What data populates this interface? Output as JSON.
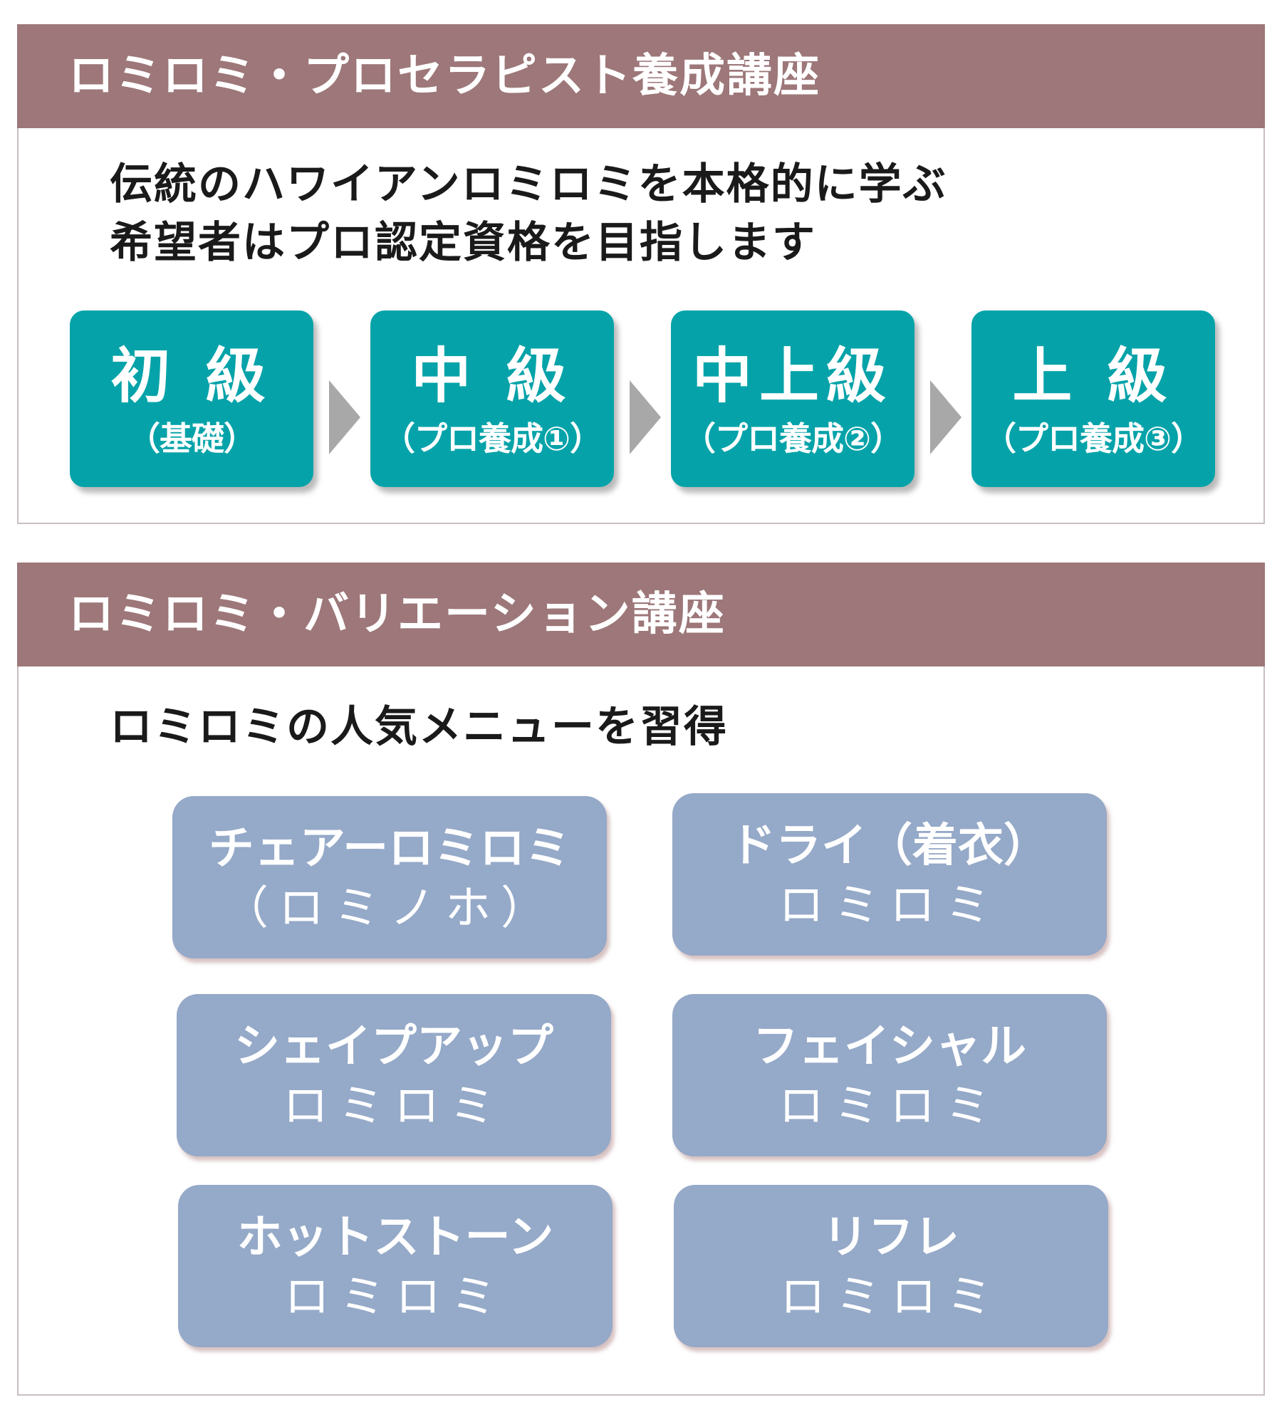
{
  "pro_course": {
    "header": "ロミロミ・プロセラピスト養成講座",
    "intro": [
      "伝統のハワイアンロミロミを本格的に学ぶ",
      "希望者はプロ認定資格を目指します"
    ],
    "levels": [
      {
        "name": "初 級",
        "sub": "（基礎）"
      },
      {
        "name": "中 級",
        "sub": "（プロ養成①）"
      },
      {
        "name": "中上級",
        "sub": "（プロ養成②）"
      },
      {
        "name": "上 級",
        "sub": "（プロ養成③）"
      }
    ]
  },
  "variation_course": {
    "header": "ロミロミ・バリエーション講座",
    "intro": "ロミロミの人気メニューを習得",
    "menus": [
      {
        "name": "チェアーロミロミ",
        "sub": "（ロミノホ）"
      },
      {
        "name": "ドライ（着衣）",
        "sub": "ロミロミ"
      },
      {
        "name": "シェイプアップ",
        "sub": "ロミロミ"
      },
      {
        "name": "フェイシャル",
        "sub": "ロミロミ"
      },
      {
        "name": "ホットストーン",
        "sub": "ロミロミ"
      },
      {
        "name": "リフレ",
        "sub": "ロミロミ"
      }
    ]
  },
  "colors": {
    "header_bg": "#9d7779",
    "level_bg": "#05a3a9",
    "menu_bg": "#95a9c8",
    "arrow": "#a8a8a8"
  }
}
